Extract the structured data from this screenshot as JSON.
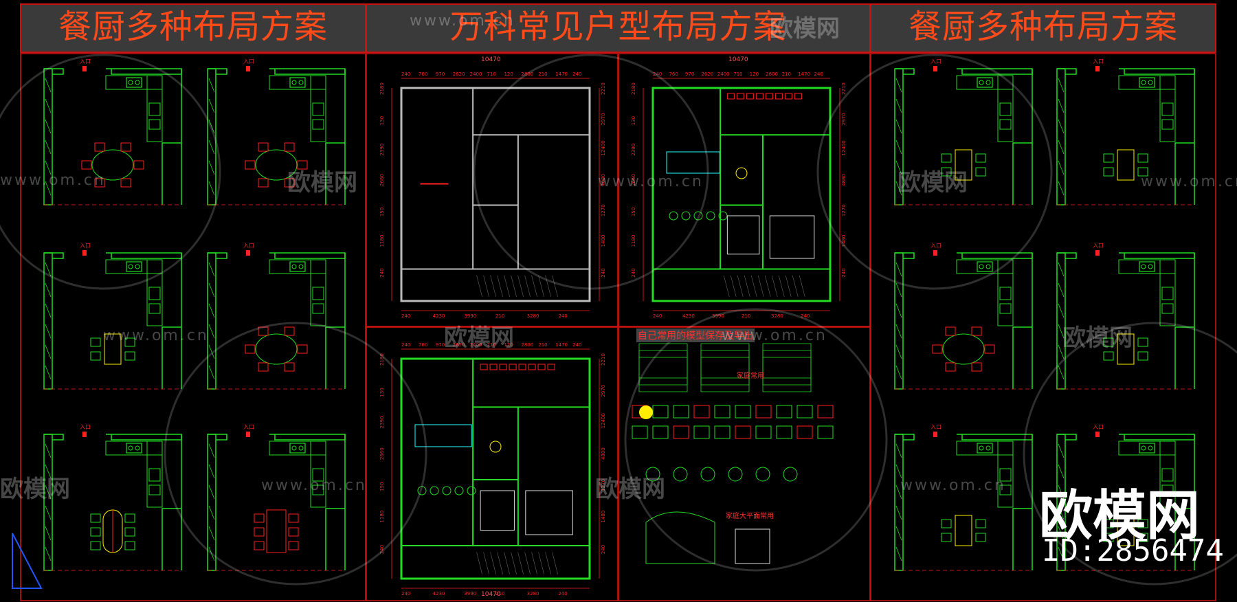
{
  "titles": {
    "left": "餐厨多种布局方案",
    "center": "万科常见户型布局方案",
    "right": "餐厨多种布局方案"
  },
  "labels": {
    "entrance": "入口",
    "overall_width": "10470",
    "model_note": "自己常用的模型保存及导出",
    "family_common": "家庭常用",
    "floor_plan_common": "家庭大平面常用"
  },
  "dimensions": {
    "top_row": [
      "240",
      "760",
      "970",
      "2620",
      "2400",
      "710",
      "120",
      "2800",
      "210",
      "1470",
      "240"
    ],
    "bottom_row": [
      "240",
      "4230",
      "3990",
      "210",
      "3280",
      "240"
    ],
    "left_col": [
      "2180",
      "130",
      "2390",
      "2660",
      "150",
      "1180",
      "240"
    ],
    "right_col": [
      "2210",
      "2970",
      "12400",
      "4880",
      "1270",
      "1480",
      "240"
    ]
  },
  "watermarks": {
    "site": "www.om.cn",
    "logo": "欧模网"
  },
  "branding": {
    "logo": "欧模网",
    "id": "ID:2856474"
  },
  "colors": {
    "wall_green": "#22dd22",
    "frame_red": "#cc1111",
    "title_orange": "#ff4a1a",
    "furniture_red": "#ff2020",
    "yellow": "#ffee00",
    "cyan": "#22ffff",
    "background": "#000000"
  }
}
